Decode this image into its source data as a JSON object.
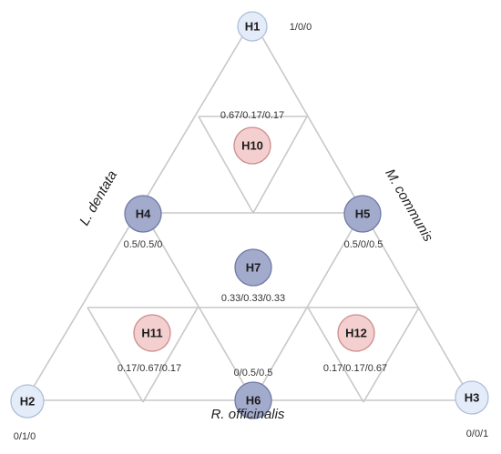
{
  "colors": {
    "vertex_fill": "#e3ecf8",
    "vertex_stroke": "#aebfd9",
    "mid_fill": "#a3abcc",
    "mid_stroke": "#6f7aa6",
    "pink_fill": "#f4cfcf",
    "pink_stroke": "#cd8c8c",
    "line": "#c8c8c8"
  },
  "nodes": [
    {
      "id": "H1",
      "style": "vertex",
      "ratio": "1/0/0"
    },
    {
      "id": "H2",
      "style": "vertex",
      "ratio": "0/1/0"
    },
    {
      "id": "H3",
      "style": "vertex",
      "ratio": "0/0/1"
    },
    {
      "id": "H4",
      "style": "mid",
      "ratio": "0.5/0.5/0"
    },
    {
      "id": "H5",
      "style": "mid",
      "ratio": "0.5/0/0.5"
    },
    {
      "id": "H6",
      "style": "mid",
      "ratio": "0/0.5/0.5"
    },
    {
      "id": "H7",
      "style": "mid",
      "ratio": "0.33/0.33/0.33"
    },
    {
      "id": "H10",
      "style": "pink",
      "ratio": "0.67/0.17/0.17"
    },
    {
      "id": "H11",
      "style": "pink",
      "ratio": "0.17/0.67/0.17"
    },
    {
      "id": "H12",
      "style": "pink",
      "ratio": "0.17/0.17/0.67"
    }
  ],
  "sides": {
    "left": "L. dentata",
    "right": "M. communis",
    "bottom": "R. officinalis"
  }
}
